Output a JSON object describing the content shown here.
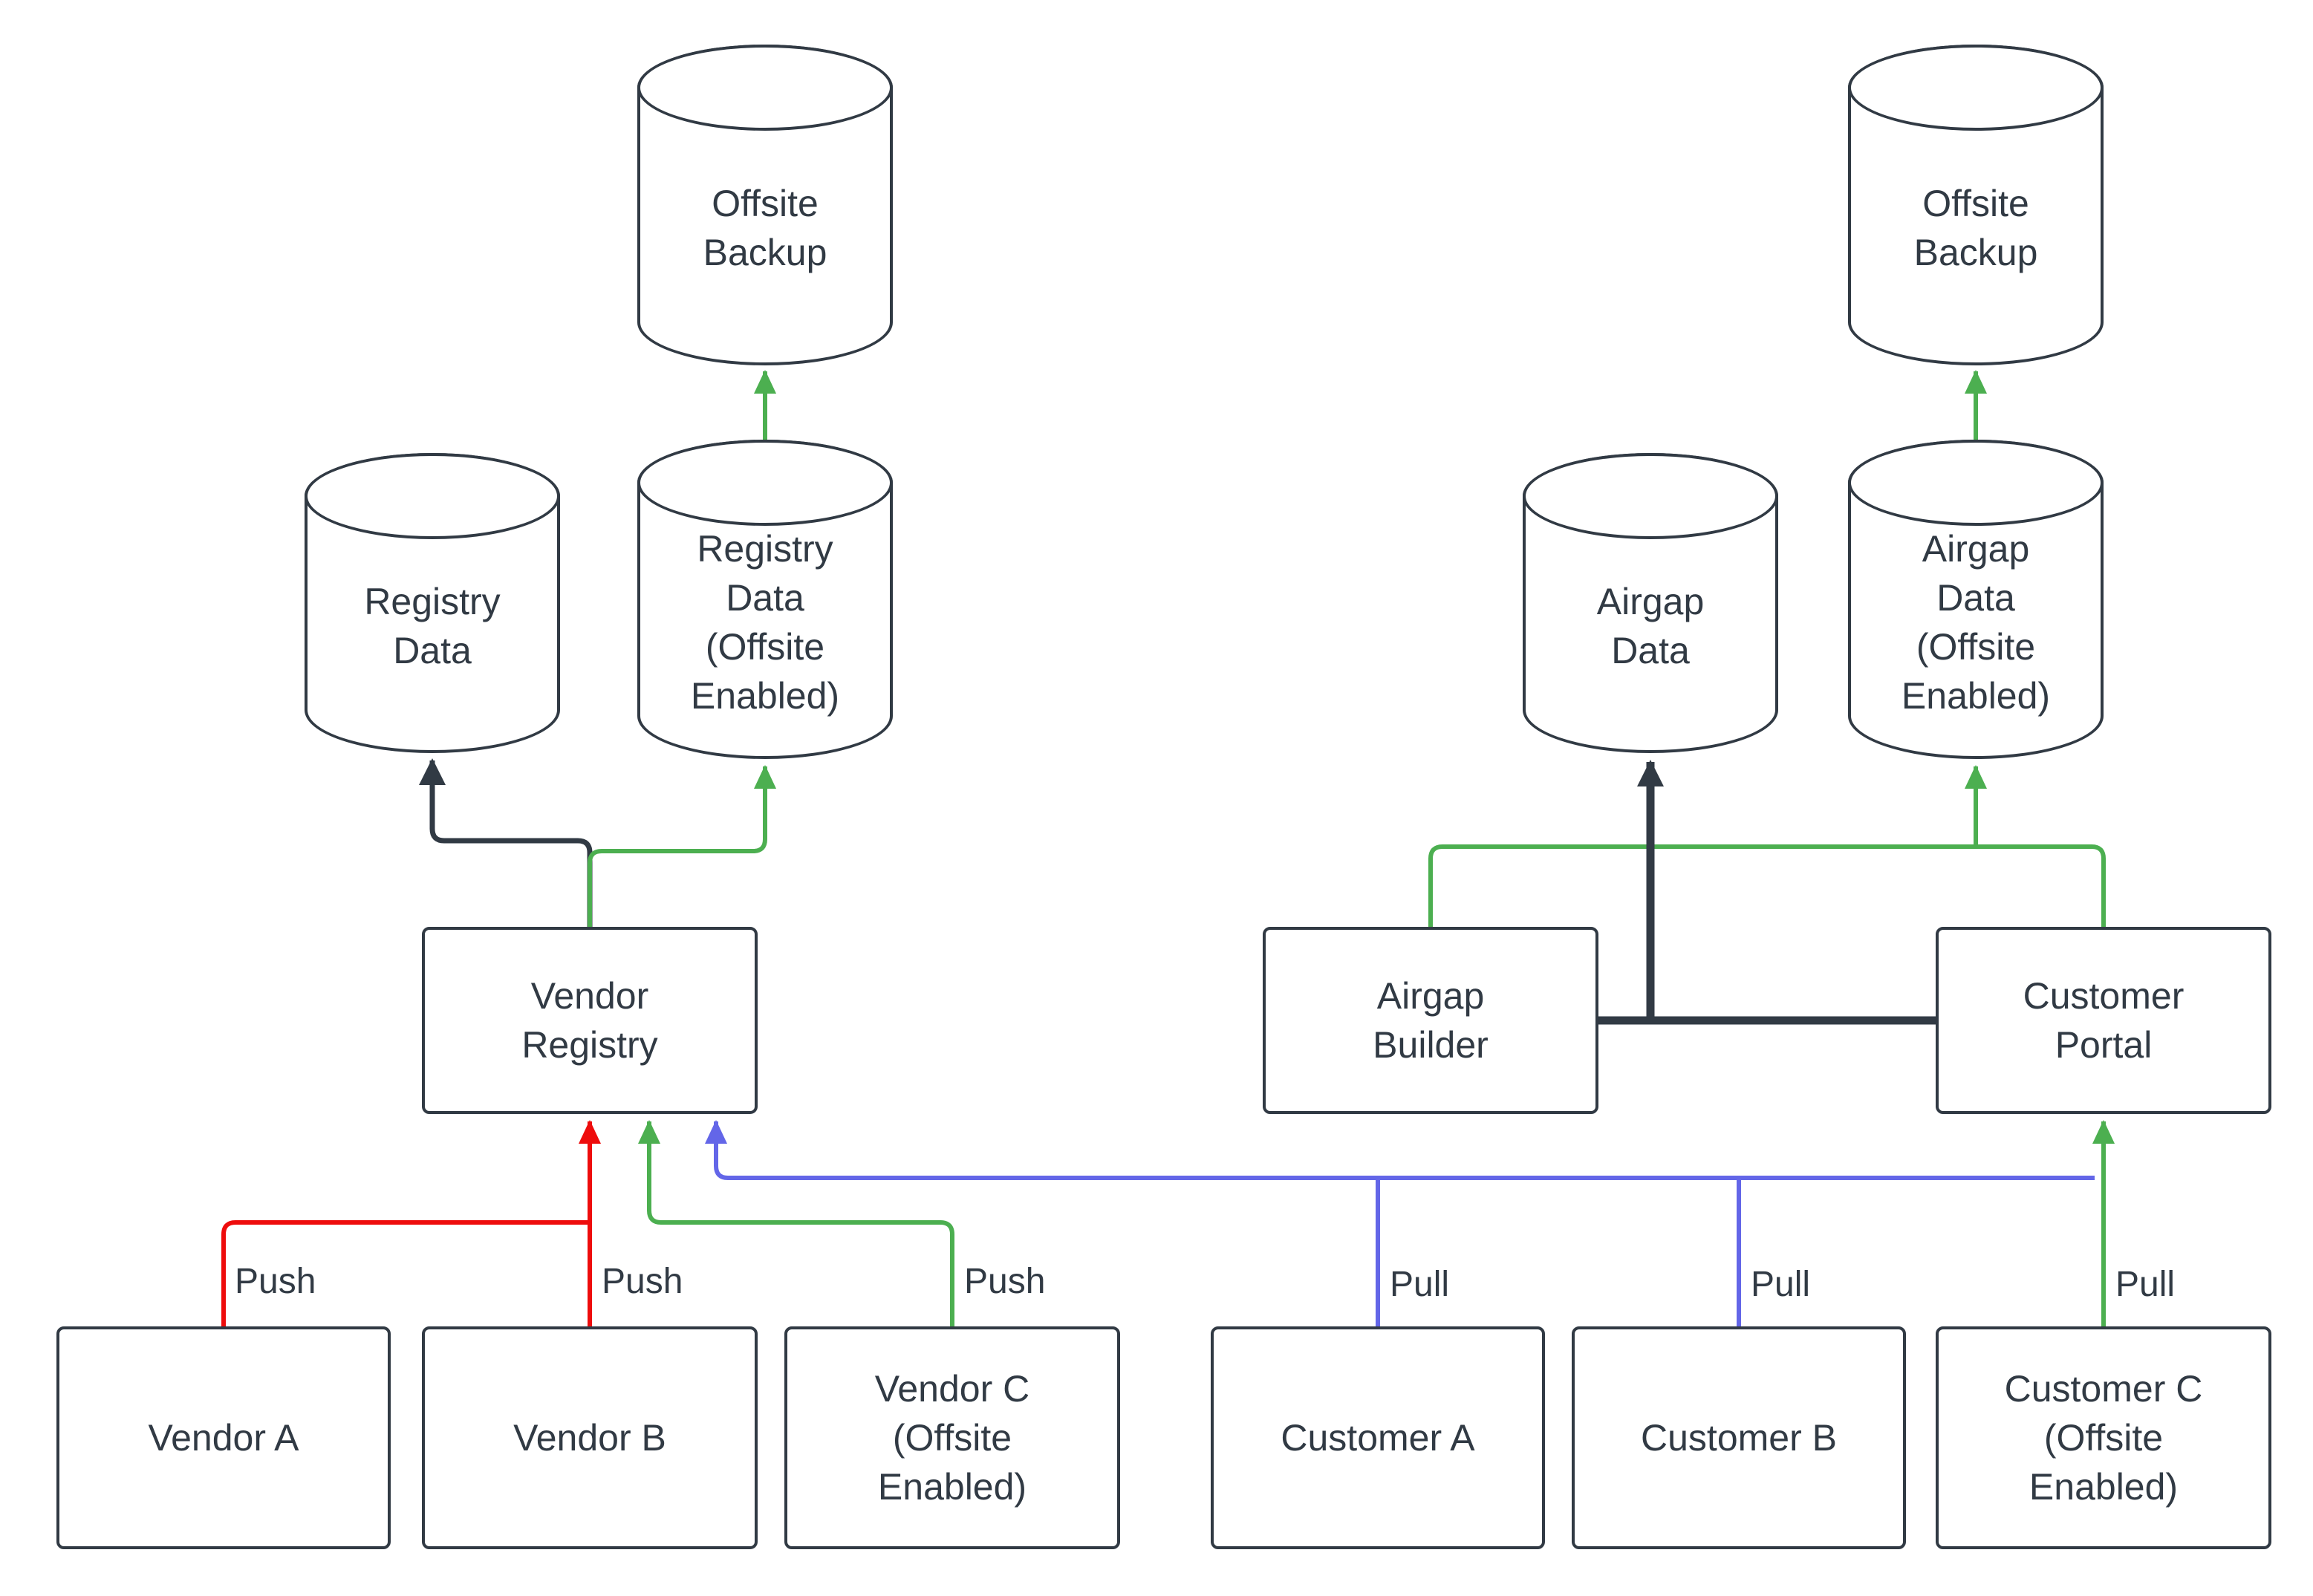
{
  "colors": {
    "dark": "#313a44",
    "green": "#4caf50",
    "red": "#ee0c0c",
    "blue": "#6366e8",
    "background": "#ffffff"
  },
  "nodes": {
    "offsite_backup_left": "Offsite Backup",
    "registry_data": "Registry Data",
    "registry_data_offsite": "Registry Data (Offsite Enabled)",
    "vendor_registry": "Vendor Registry",
    "vendor_a": "Vendor A",
    "vendor_b": "Vendor B",
    "vendor_c": "Vendor C (Offsite Enabled)",
    "offsite_backup_right": "Offsite Backup",
    "airgap_data": "Airgap Data",
    "airgap_data_offsite": "Airgap Data (Offsite Enabled)",
    "airgap_builder": "Airgap Builder",
    "customer_portal": "Customer Portal",
    "customer_a": "Customer A",
    "customer_b": "Customer B",
    "customer_c": "Customer C (Offsite Enabled)"
  },
  "edge_labels": {
    "push_vendor_a": "Push",
    "push_vendor_b": "Push",
    "push_vendor_c": "Push",
    "pull_customer_a": "Pull",
    "pull_customer_b": "Pull",
    "pull_customer_c": "Pull"
  }
}
